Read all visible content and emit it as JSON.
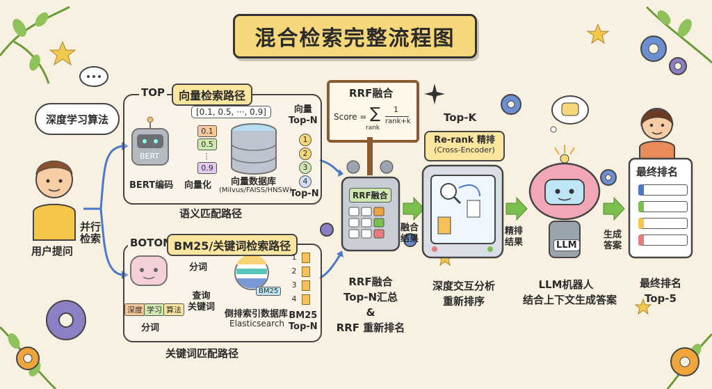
{
  "title": "混合检索完整流程图",
  "user": {
    "query_topic": "深度学习算法",
    "label": "用户提问"
  },
  "parallel": {
    "line1": "并行",
    "line2": "检索"
  },
  "top_path": {
    "prefix": "TOP",
    "tag": "向量检索路径",
    "vector_display": "[0.1, 0.5, ···, 0.9]",
    "model": "BERT",
    "encode_label": "BERT编码",
    "vectorize_label": "向量化",
    "vector_values": [
      "0.1",
      "0.5",
      "⋮",
      "0.9"
    ],
    "db_label": "向量数据库",
    "db_sub": "(Milvus/FAISS/HNSW)",
    "result_title_1": "向量",
    "result_title_2": "Top-N",
    "ranks": [
      "1",
      "2",
      "3",
      "4"
    ],
    "result_footer": "Top-N",
    "path_label": "语义匹配路径"
  },
  "bottom_path": {
    "prefix": "BOTOM",
    "tag": "BM25/关键词检索路径",
    "tokenize_top": "分词",
    "tokens": [
      "深度",
      "学习",
      "算法"
    ],
    "tokenize_label": "分词",
    "query_1": "查询",
    "query_2": "关键词",
    "es_badge": "BM25",
    "es_label_1": "倒排索引数据库",
    "es_label_2": "Elasticsearch",
    "ranks": [
      "1",
      "2",
      "3",
      "4"
    ],
    "result_1": "BM25",
    "result_2": "Top-N",
    "path_label": "关键词匹配路径"
  },
  "rrf": {
    "board_title": "RRF融合",
    "formula_left": "Score =",
    "formula_sum": "∑",
    "formula_sub": "rank",
    "formula_num": "1",
    "formula_den": "rank+k",
    "machine_label": "RRF融合",
    "caption_title": "RRF融合",
    "caption_1": "Top-N汇总",
    "caption_2": "&",
    "caption_3": "RRF 重新排名"
  },
  "fusion_out": {
    "line1": "融合",
    "line2": "结果"
  },
  "rerank": {
    "header": "Top-K",
    "tag_1": "Re-rank 精排",
    "tag_2": "(Cross-Encoder)",
    "caption_1": "深度交互分析",
    "caption_2": "重新排序"
  },
  "rerank_out": {
    "line1": "精排",
    "line2": "结果"
  },
  "llm": {
    "badge": "LLM",
    "caption_1": "LLM机器人",
    "caption_2": "结合上下文生成答案"
  },
  "gen_out": {
    "line1": "生成",
    "line2": "答案"
  },
  "final": {
    "board_title": "最终排名",
    "caption_1": "最终排名",
    "caption_2": "Top-5"
  },
  "colors": {
    "banner": "#f6d77a",
    "tag": "#fbe6a0",
    "arrow_blue": "#4a78c8",
    "arrow_green": "#7bbf4e",
    "gear_blue": "#6b8fd1",
    "gear_purple": "#8d7fc4",
    "gear_orange": "#f0a43c",
    "brain_pink": "#f2a7b8"
  }
}
